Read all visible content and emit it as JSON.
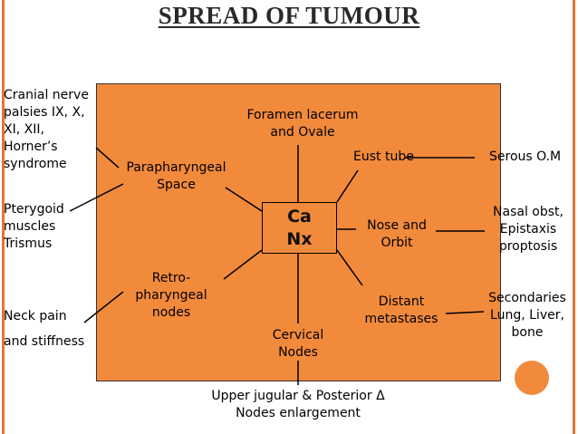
{
  "title": "SPREAD OF TUMOUR",
  "center": {
    "line1": "Ca",
    "line2": "Nx"
  },
  "inner": {
    "parapharyngeal": [
      "Parapharyngeal",
      "Space"
    ],
    "foramen": [
      "Foramen lacerum",
      "and Ovale"
    ],
    "eust_tube": "Eust tube",
    "nose_orbit": [
      "Nose and",
      "Orbit"
    ],
    "distant": [
      "Distant",
      "metastases"
    ],
    "cervical": [
      "Cervical",
      "Nodes"
    ],
    "retro": [
      "Retro-",
      "pharyngeal",
      "nodes"
    ]
  },
  "outer": {
    "cranial": [
      "Cranial nerve",
      "palsies IX, X,",
      "XI, XII,",
      "Horner’s",
      "syndrome"
    ],
    "pterygoid": [
      "Pterygoid",
      "muscles",
      "Trismus"
    ],
    "neck": [
      "Neck pain",
      "and stiffness"
    ],
    "serous": "Serous O.M",
    "nasal": [
      "Nasal obst,",
      "Epistaxis",
      "proptosis"
    ],
    "secondaries": [
      "Secondaries",
      "Lung, Liver,",
      "bone"
    ],
    "upper_jugular": [
      "Upper jugular & Posterior Δ",
      "Nodes enlargement"
    ]
  },
  "colors": {
    "box": "#f28a3c",
    "accent": "#e2763a"
  }
}
